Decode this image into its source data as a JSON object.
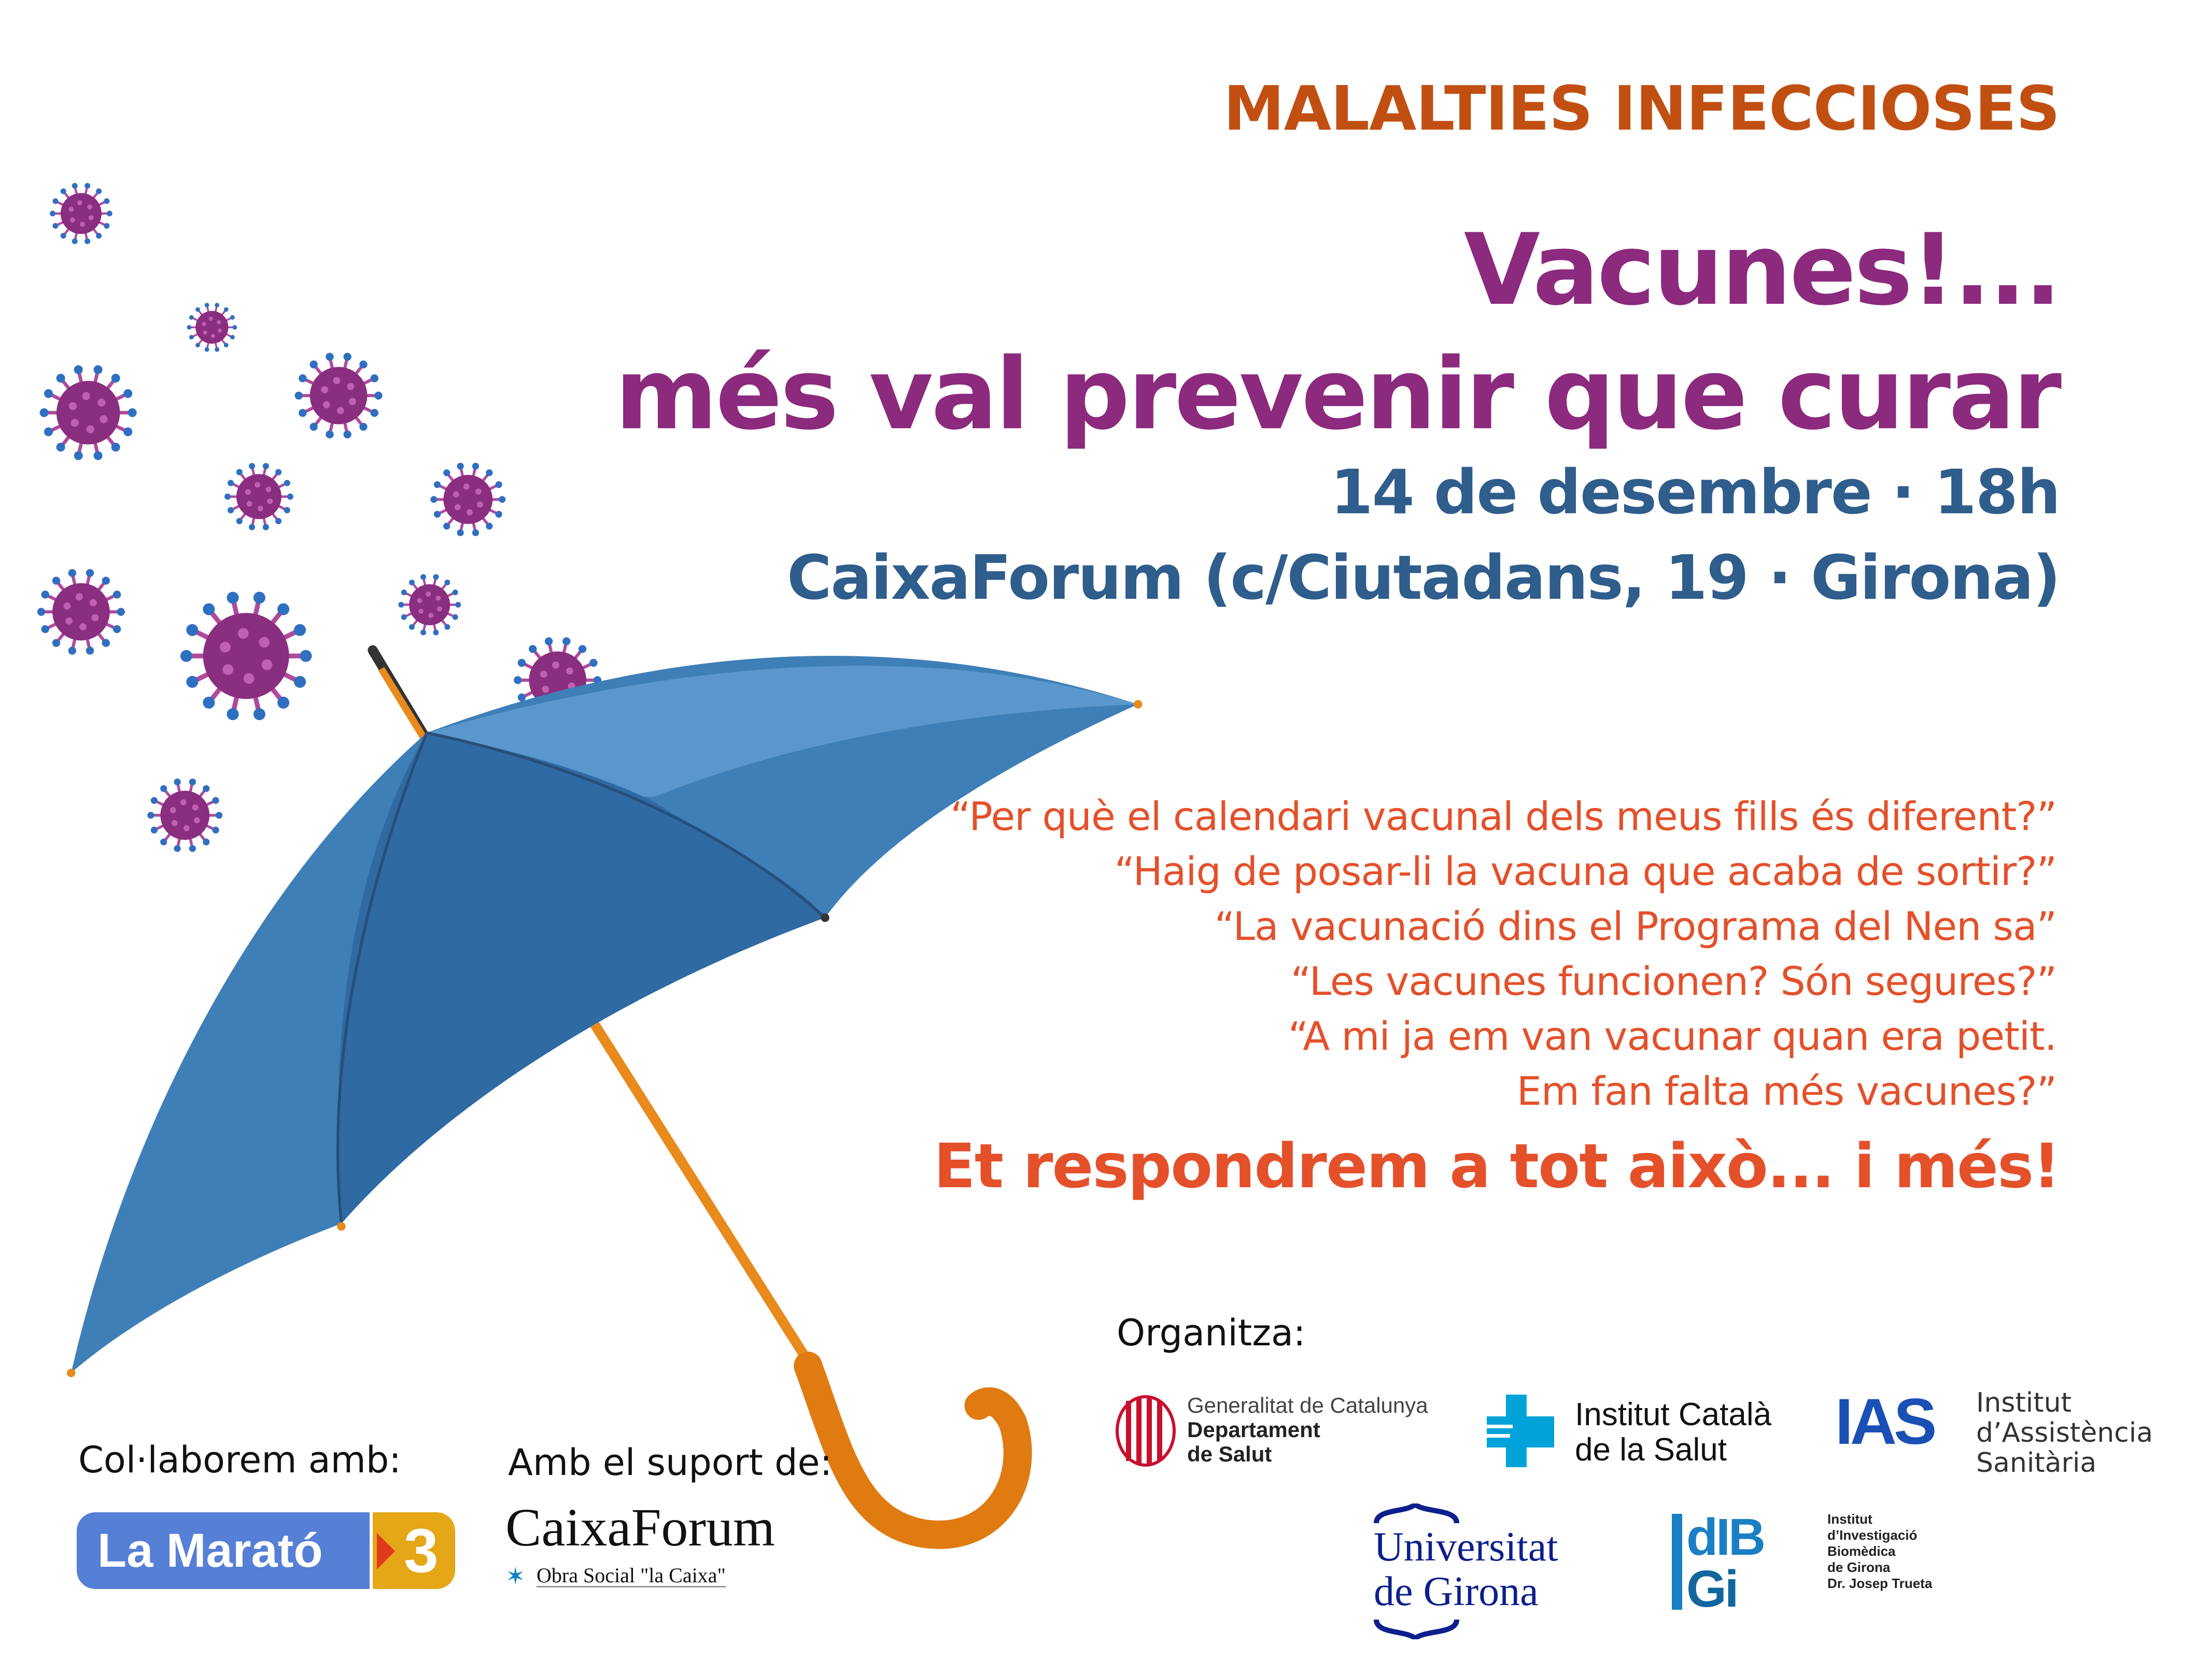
{
  "header": {
    "kicker": "MALALTIES INFECCIOSES",
    "title_line1": "Vacunes!...",
    "title_line2": "més val prevenir que curar",
    "date": "14 de desembre · 18h",
    "venue": "CaixaForum (c/Ciutadans, 19 · Girona)"
  },
  "questions": [
    "“Per què el calendari vacunal dels meus fills és diferent?”",
    "“Haig de posar-li la vacuna que acaba de sortir?”",
    "“La vacunació dins el Programa del Nen sa”",
    "“Les vacunes funcionen? Són segures?”",
    "“A mi ja em van vacunar quan era petit.",
    "Em fan falta més vacunes?”"
  ],
  "call_to_action": "Et respondrem a tot això... i més!",
  "organizers": {
    "label": "Organitza:",
    "gencat": {
      "line1": "Generalitat de Catalunya",
      "line2": "Departament",
      "line3": "de Salut"
    },
    "ics": {
      "line1": "Institut Català",
      "line2": "de la Salut"
    },
    "ias": {
      "mark": "IAS",
      "line1": "Institut",
      "line2": "d’Assistència",
      "line3": "Sanitària"
    },
    "udg": {
      "line1": "Universitat",
      "line2": "de Girona"
    },
    "idibgi": {
      "mark1": "dIB",
      "mark2": "Gi",
      "lines": [
        "Institut",
        "d’Investigació",
        "Biomèdica",
        "de Girona",
        "Dr. Josep Trueta"
      ]
    }
  },
  "collaborators": {
    "label": "Col·laborem amb:",
    "marato": "La Marató",
    "tv3": "3"
  },
  "support": {
    "label": "Amb el suport de:",
    "caixaforum": "CaixaForum",
    "obra_social": "Obra Social \"la Caixa\""
  },
  "colors": {
    "kicker": "#c24f12",
    "title": "#8c2a7d",
    "info": "#2f5d8c",
    "questions": "#e4502a",
    "umbrella": "#3f7fb8",
    "handle": "#e88a1c",
    "virus": "#8a2e80"
  }
}
